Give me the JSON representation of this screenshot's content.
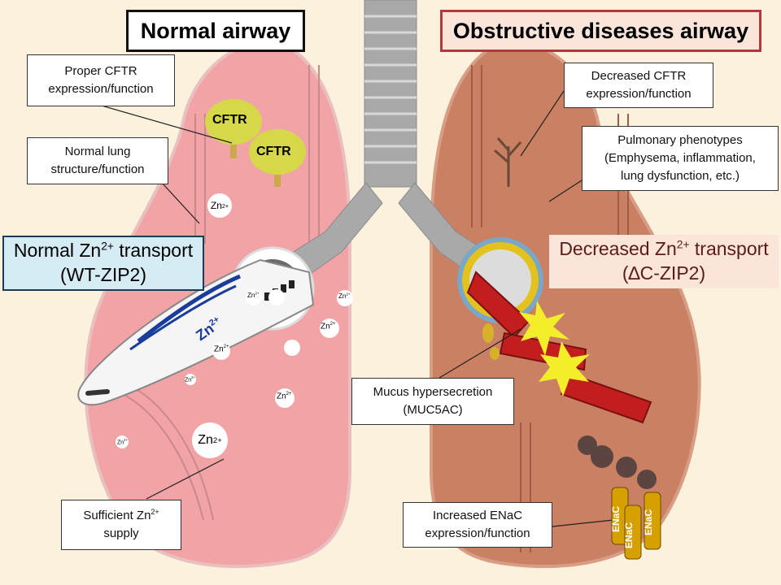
{
  "titles": {
    "normal": "Normal airway",
    "obstructive": "Obstructive diseases airway"
  },
  "left_labels": {
    "cftr_box": [
      "Proper CFTR",
      "expression/function"
    ],
    "lung_box": [
      "Normal lung",
      "structure/function"
    ],
    "zn_supply_box": [
      "Sufficient Zn",
      "2+",
      "supply"
    ]
  },
  "transport": {
    "normal": {
      "line1_pre": "Normal Zn",
      "sup": "2+",
      "line1_post": " transport",
      "line2": "(WT-ZIP2)"
    },
    "decreased": {
      "line1_pre": "Decreased Zn",
      "sup": "2+",
      "line1_post": " transport",
      "line2": "(∆C-ZIP2)"
    }
  },
  "right_labels": {
    "cftr_box": [
      "Decreased CFTR",
      "expression/function"
    ],
    "phenotype_box": [
      "Pulmonary phenotypes",
      "(Emphysema, inflammation,",
      "lung dysfunction, etc.)"
    ],
    "mucus_box": [
      "Mucus hypersecretion",
      "(MUC5AC)"
    ],
    "enac_box": [
      "Increased ENaC",
      "expression/function"
    ]
  },
  "trees": [
    "CFTR",
    "CFTR"
  ],
  "zn_ion": {
    "base": "Zn",
    "charge": "2+"
  },
  "train_label": {
    "base": "Zn",
    "charge": "2+"
  },
  "enac_tubes": [
    "ENaC",
    "ENaC",
    "ENaC"
  ],
  "colors": {
    "background": "#fbf1dc",
    "healthy_lung": "#f1a3a6",
    "diseased_lung": "#c98063",
    "trachea": "#a9a9a9",
    "normal_title_border": "#111111",
    "obstructive_title_border": "#b03a3a",
    "normal_transport_fill": "#d6ecf5",
    "decreased_transport_fill": "#fbe4da",
    "cftr_tree": "#d6d84a"
  }
}
